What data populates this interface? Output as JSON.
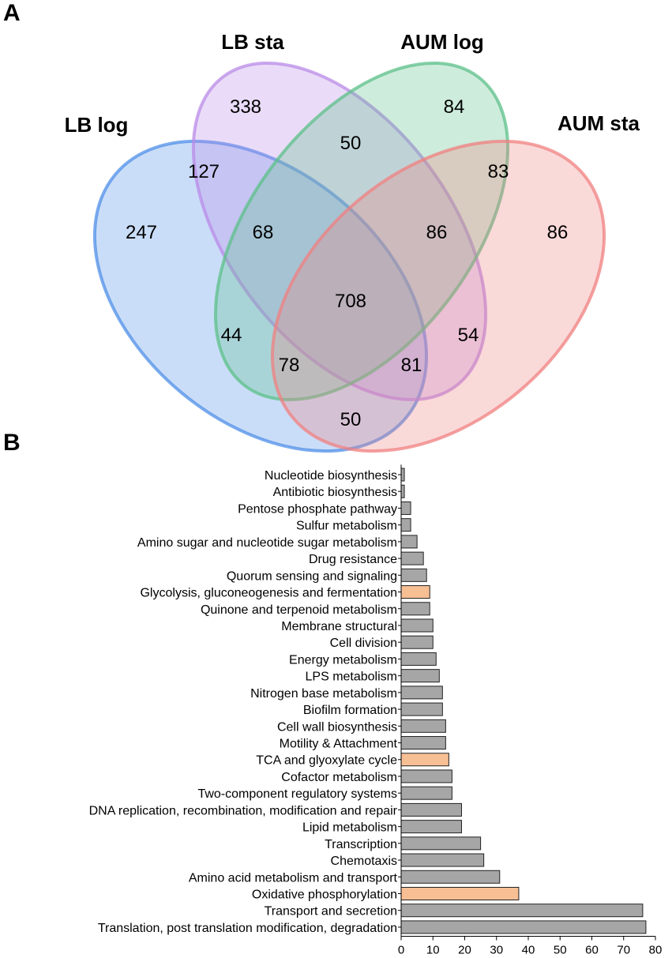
{
  "panel_labels": {
    "a": "A",
    "b": "B"
  },
  "chart_data": [
    {
      "type": "venn",
      "sets": [
        {
          "name": "LB log",
          "color": "#4f8fe8"
        },
        {
          "name": "LB sta",
          "color": "#b98be8"
        },
        {
          "name": "AUM log",
          "color": "#5cc08a"
        },
        {
          "name": "AUM sta",
          "color": "#f08080"
        }
      ],
      "regions": [
        {
          "sets": [
            "LB log"
          ],
          "value": 247
        },
        {
          "sets": [
            "LB sta"
          ],
          "value": 338
        },
        {
          "sets": [
            "AUM log"
          ],
          "value": 84
        },
        {
          "sets": [
            "AUM sta"
          ],
          "value": 86
        },
        {
          "sets": [
            "LB log",
            "LB sta"
          ],
          "value": 127
        },
        {
          "sets": [
            "LB sta",
            "AUM log"
          ],
          "value": 50
        },
        {
          "sets": [
            "AUM log",
            "AUM sta"
          ],
          "value": 83
        },
        {
          "sets": [
            "LB log",
            "AUM log"
          ],
          "value": 44
        },
        {
          "sets": [
            "LB sta",
            "AUM sta"
          ],
          "value": 54
        },
        {
          "sets": [
            "LB log",
            "AUM sta"
          ],
          "value": 50
        },
        {
          "sets": [
            "LB log",
            "LB sta",
            "AUM log"
          ],
          "value": 68
        },
        {
          "sets": [
            "LB sta",
            "AUM log",
            "AUM sta"
          ],
          "value": 86
        },
        {
          "sets": [
            "LB log",
            "AUM log",
            "AUM sta"
          ],
          "value": 78
        },
        {
          "sets": [
            "LB log",
            "LB sta",
            "AUM sta"
          ],
          "value": 81
        },
        {
          "sets": [
            "LB log",
            "LB sta",
            "AUM log",
            "AUM sta"
          ],
          "value": 708
        }
      ]
    },
    {
      "type": "bar",
      "orientation": "horizontal",
      "categories": [
        "Nucleotide biosynthesis",
        "Antibiotic biosynthesis",
        "Pentose phosphate pathway",
        "Sulfur metabolism",
        "Amino sugar and nucleotide sugar metabolism",
        "Drug resistance",
        "Quorum sensing and signaling",
        "Glycolysis, gluconeogenesis and fermentation",
        "Quinone and terpenoid metabolism",
        "Membrane structural",
        "Cell division",
        "Energy metabolism",
        "LPS metabolism",
        "Nitrogen base metabolism",
        "Biofilm formation",
        "Cell wall biosynthesis",
        "Motility & Attachment",
        "TCA and glyoxylate cycle",
        "Cofactor metabolism",
        "Two-component regulatory systems",
        "DNA replication, recombination, modification and repair",
        "Lipid metabolism",
        "Transcription",
        "Chemotaxis",
        "Amino acid metabolism and transport",
        "Oxidative phosphorylation",
        "Transport and secretion",
        "Translation, post translation modification, degradation"
      ],
      "values": [
        1,
        1,
        3,
        3,
        5,
        7,
        8,
        9,
        9,
        10,
        10,
        11,
        12,
        13,
        13,
        14,
        14,
        15,
        16,
        16,
        19,
        19,
        25,
        26,
        31,
        37,
        76,
        77
      ],
      "highlighted": [
        "Glycolysis, gluconeogenesis and fermentation",
        "TCA and glyoxylate cycle",
        "Oxidative phosphorylation"
      ],
      "colors": {
        "default": "#a6a6a6",
        "highlight": "#f7bf94",
        "edge": "#222222"
      },
      "xlim": [
        0,
        80
      ],
      "xticks": [
        0,
        10,
        20,
        30,
        40,
        50,
        60,
        70,
        80
      ],
      "grid": false
    }
  ]
}
